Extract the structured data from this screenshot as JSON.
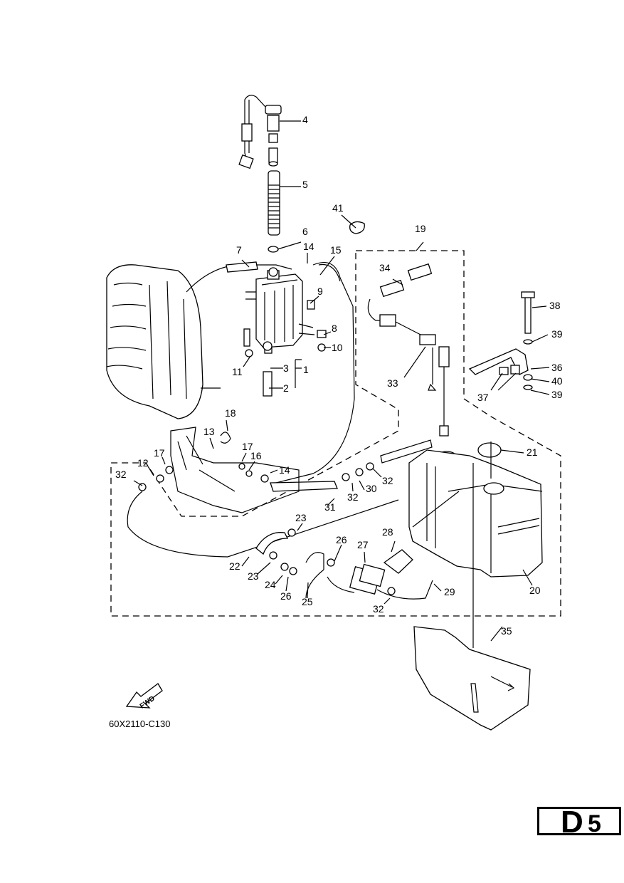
{
  "diagram": {
    "code": "60X2110-C130",
    "fwd_label": "FWD",
    "callouts": [
      "1",
      "2",
      "3",
      "4",
      "5",
      "6",
      "7",
      "8",
      "9",
      "10",
      "11",
      "12",
      "13",
      "14",
      "15",
      "16",
      "17",
      "18",
      "19",
      "20",
      "21",
      "22",
      "23",
      "24",
      "25",
      "26",
      "27",
      "28",
      "29",
      "30",
      "31",
      "32",
      "33",
      "34",
      "35",
      "36",
      "37",
      "38",
      "39",
      "40",
      "41"
    ]
  },
  "page_badge": {
    "letter": "D",
    "number": "5"
  }
}
